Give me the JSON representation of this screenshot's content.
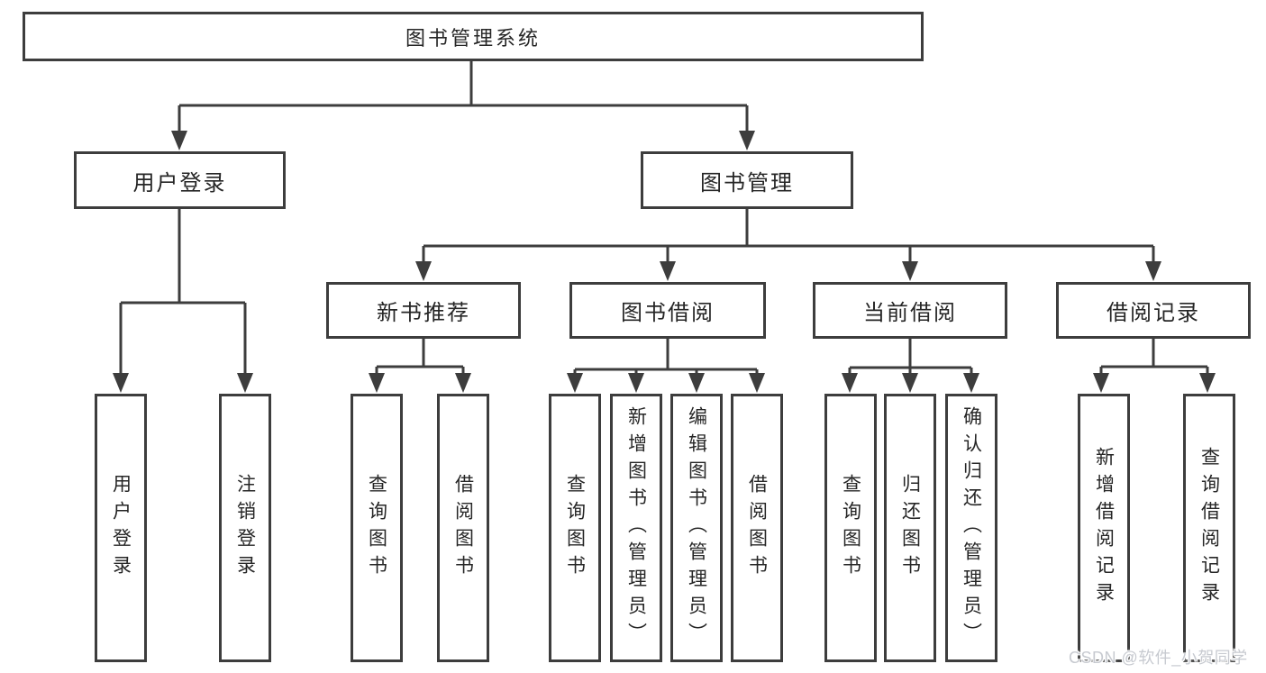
{
  "diagram": {
    "root": {
      "label": "图书管理系统"
    },
    "level2": [
      {
        "id": "user-login",
        "label": "用户登录"
      },
      {
        "id": "book-management",
        "label": "图书管理"
      }
    ],
    "level3": [
      {
        "id": "new-book-recommend",
        "parent": "book-management",
        "label": "新书推荐"
      },
      {
        "id": "book-borrowing",
        "parent": "book-management",
        "label": "图书借阅"
      },
      {
        "id": "current-borrowing",
        "parent": "book-management",
        "label": "当前借阅"
      },
      {
        "id": "borrowing-records",
        "parent": "book-management",
        "label": "借阅记录"
      }
    ],
    "leaves": [
      {
        "parent": "user-login",
        "label": "用户登录"
      },
      {
        "parent": "user-login",
        "label": "注销登录"
      },
      {
        "parent": "new-book-recommend",
        "label": "查询图书"
      },
      {
        "parent": "new-book-recommend",
        "label": "借阅图书"
      },
      {
        "parent": "book-borrowing",
        "label": "查询图书"
      },
      {
        "parent": "book-borrowing",
        "label": "新增图书（管理员）"
      },
      {
        "parent": "book-borrowing",
        "label": "编辑图书（管理员）"
      },
      {
        "parent": "book-borrowing",
        "label": "借阅图书"
      },
      {
        "parent": "current-borrowing",
        "label": "查询图书"
      },
      {
        "parent": "current-borrowing",
        "label": "归还图书"
      },
      {
        "parent": "current-borrowing",
        "label": "确认归还（管理员）"
      },
      {
        "parent": "borrowing-records",
        "label": "新增借阅记录"
      },
      {
        "parent": "borrowing-records",
        "label": "查询借阅记录"
      }
    ],
    "watermark": "CSDN @软件_小贺同学",
    "colors": {
      "line": "#3d3d3d",
      "text": "#262626",
      "watermark": "#c7cad0",
      "background": "#ffffff"
    }
  }
}
